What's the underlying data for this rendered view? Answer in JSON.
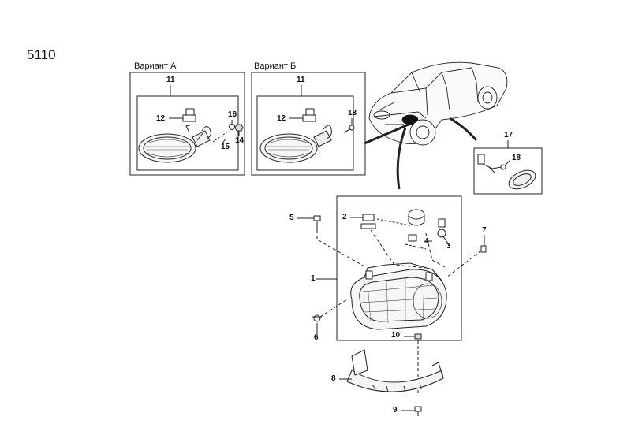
{
  "page_code": "5110",
  "variants": [
    {
      "title": "Вариант А"
    },
    {
      "title": "Вариант Б"
    }
  ],
  "callouts": {
    "c1": "1",
    "c2": "2",
    "c3": "3",
    "c4": "4",
    "c5": "5",
    "c6": "6",
    "c7": "7",
    "c8": "8",
    "c9": "9",
    "c10": "10",
    "c11a": "11",
    "c11b": "11",
    "c12a": "12",
    "c12b": "12",
    "c13": "13",
    "c14": "14",
    "c15": "15",
    "c16": "16",
    "c17": "17",
    "c18": "18"
  },
  "colors": {
    "line": "#222222",
    "fill": "#f4f4f4"
  }
}
